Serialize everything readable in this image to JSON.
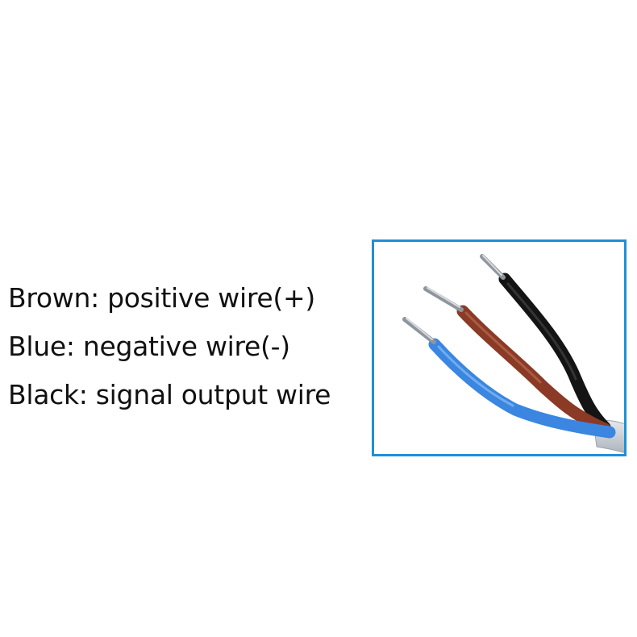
{
  "legend": {
    "items": [
      {
        "text": "Brown: positive wire(+)",
        "color": "#8b3a26"
      },
      {
        "text": "Blue: negative wire(-)",
        "color": "#3a86e0"
      },
      {
        "text": "Black: signal output wire",
        "color": "#141414"
      }
    ]
  },
  "photo": {
    "frame_color": "#1f8fd6",
    "wires": [
      {
        "name": "black",
        "color": "#141414"
      },
      {
        "name": "brown",
        "color": "#8b3a26"
      },
      {
        "name": "blue",
        "color": "#3a86e0"
      }
    ],
    "sheath_color": "#d4d8de"
  }
}
